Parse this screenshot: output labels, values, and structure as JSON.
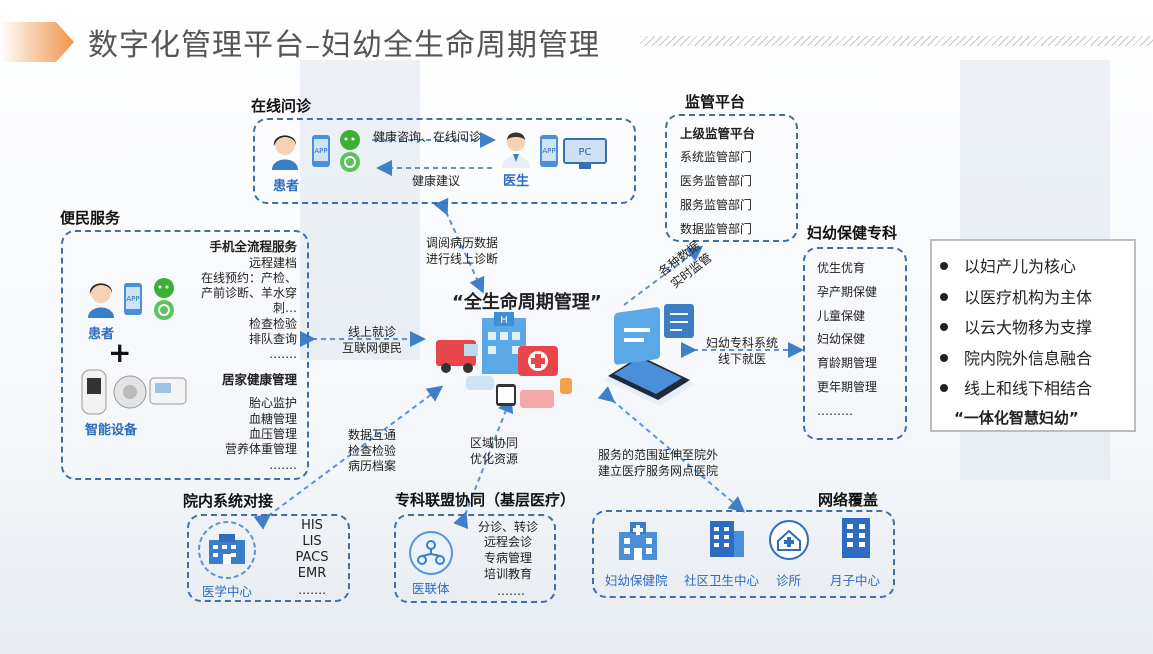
{
  "title": "数字化管理平台–妇幼全生命周期管理",
  "online": {
    "title": "在线问诊",
    "patient": "患者",
    "doctor": "医生",
    "app": "APP",
    "pc": "PC",
    "arrow_right": "健康咨询、在线问诊",
    "arrow_left": "健康建议"
  },
  "supervision": {
    "title": "监管平台",
    "items": [
      "上级监管平台",
      "系统监管部门",
      "医务监管部门",
      "服务监管部门",
      "数据监管部门"
    ]
  },
  "maternal": {
    "title": "妇幼保健专科",
    "items": [
      "优生优育",
      "孕产期保健",
      "儿童保健",
      "妇幼保健",
      "育龄期管理",
      "更年期管理",
      "………"
    ]
  },
  "convenience": {
    "title": "便民服务",
    "patient": "患者",
    "device": "智能设备",
    "app": "APP",
    "plus": "+",
    "mobile_head": "手机全流程服务",
    "mobile_items": [
      "远程建档",
      "在线预约：产检、",
      "产前诊断、羊水穿",
      "刺…",
      "检查检验",
      "排队查询",
      "……."
    ],
    "home_head": "居家健康管理",
    "home_items": [
      "胎心监护",
      "血糖管理",
      "血压管理",
      "营养体重管理",
      "……."
    ]
  },
  "hospital_sys": {
    "title": "院内系统对接",
    "center": "医学中心",
    "items": [
      "HIS",
      "LIS",
      "PACS",
      "EMR",
      "……."
    ]
  },
  "alliance": {
    "title": "专科联盟协同（基层医疗）",
    "icon_label": "医联体",
    "items": [
      "分诊、转诊",
      "远程会诊",
      "专病管理",
      "培训教育",
      "……."
    ]
  },
  "network": {
    "title": "网络覆盖",
    "items": [
      "妇幼保健院",
      "社区卫生中心",
      "诊所",
      "月子中心"
    ]
  },
  "center": {
    "title": "“全生命周期管理”"
  },
  "links": {
    "top": [
      "调阅病历数据",
      "进行线上诊断"
    ],
    "supervise": [
      "各种数据",
      "实时监管"
    ],
    "left": [
      "线上就诊",
      "互联网便民"
    ],
    "right": [
      "妇幼专科系统",
      "线下就医"
    ],
    "bottom_left": [
      "数据互通",
      "检查检验",
      "病历档案"
    ],
    "bottom_mid": [
      "区域协同",
      "优化资源"
    ],
    "bottom_right": [
      "服务的范围延伸至院外",
      "建立医疗服务网点医院"
    ]
  },
  "principles": {
    "items": [
      "以妇产儿为核心",
      "以医疗机构为主体",
      "以云大物移为支撑",
      "院内院外信息融合",
      "线上和线下相结合"
    ],
    "footer": "“一体化智慧妇幼”"
  },
  "colors": {
    "accent_blue": "#2d6cc0",
    "dashed_border": "#3f6fa6",
    "title_orange": "#f0a05a"
  }
}
